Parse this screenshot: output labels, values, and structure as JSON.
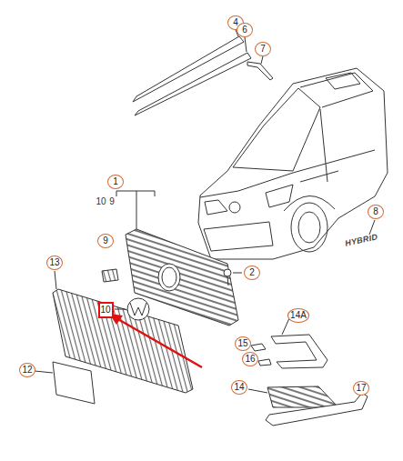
{
  "diagram": {
    "labels": [
      "4",
      "6",
      "7",
      "1",
      "10",
      "9",
      "8",
      "HYBRID",
      "9",
      "2",
      "13",
      "10",
      "14A",
      "15",
      "16",
      "12",
      "14",
      "17"
    ]
  }
}
